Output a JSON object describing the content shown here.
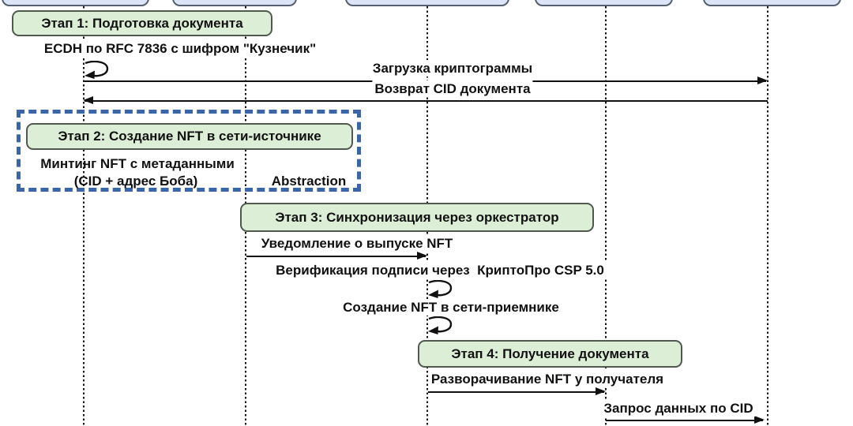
{
  "meta": {
    "type": "uml-sequence-diagram",
    "language": "ru",
    "participant_count": 5
  },
  "colors": {
    "background": "#ffffff",
    "participant_fill": "#dbe5f7",
    "participant_border": "#566070",
    "stage_fill": "#ddeed7",
    "stage_border": "#50594e",
    "fragment_dashed_border": "#3a66a8",
    "line_and_text": "#111111"
  },
  "stages": [
    {
      "label": "Этап 1: Подготовка документа"
    },
    {
      "label": "Этап 2: Создание NFT в сети-источнике"
    },
    {
      "label": "Этап 3: Синхронизация через оркестратор"
    },
    {
      "label": "Этап 4: Получение документа"
    }
  ],
  "messages": {
    "ecdh": "ECDH по RFC 7836 с шифром \"Кузнечик\"",
    "upload": "Загрузка криптограммы",
    "return_cid": "Возврат CID документа",
    "minting_line1": "Минтинг NFT с метаданными",
    "minting_line2": "(CID + адрес Боба)",
    "abstraction": "Abstraction",
    "notify": "Уведомление о выпуске NFT",
    "verify": "Верификация подписи через  КриптоПро CSP 5.0",
    "create_receiver": "Создание NFT в сети-приемнике",
    "unwrap": "Разворачивание NFT у получателя",
    "request_cid": "Запрос данных по CID"
  }
}
